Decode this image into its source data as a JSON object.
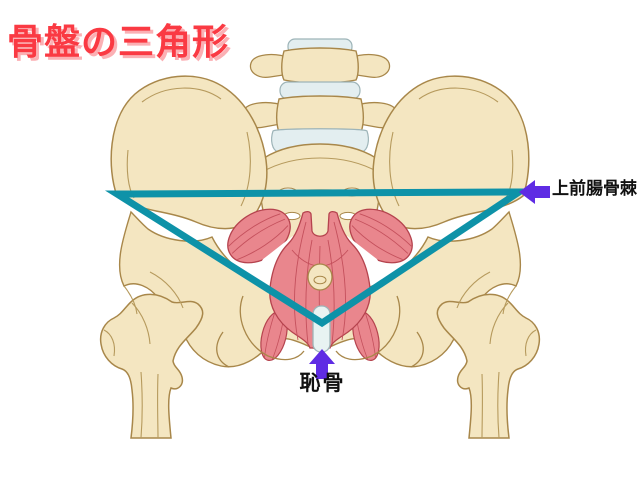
{
  "title": {
    "text": "骨盤の三角形",
    "color": "#fa3a43",
    "shadow_color": "#fbb0b4"
  },
  "annotations": {
    "asis": {
      "label": "上前腸骨棘",
      "arrow_icon": "left-arrow-icon",
      "arrow_color": "#5f2ce4"
    },
    "pubis": {
      "label": "恥骨",
      "arrow_icon": "up-arrow-icon",
      "arrow_color": "#5f2ce4"
    }
  },
  "figure": {
    "kind": "pelvis-anatomy-diagram",
    "overlay_shape": "triangle",
    "triangle_color": "#0e92a8",
    "palette": {
      "background": "#ffffff",
      "bone": "#f4e6c1",
      "bone_outline": "#a8874a",
      "muscle": "#e9868d",
      "muscle_outline": "#b5434e",
      "muscle_striation": "#c4505c",
      "disc": "#e3eef0",
      "disc_outline": "#9db4b8",
      "symphysis": "#e8f3f2"
    }
  }
}
